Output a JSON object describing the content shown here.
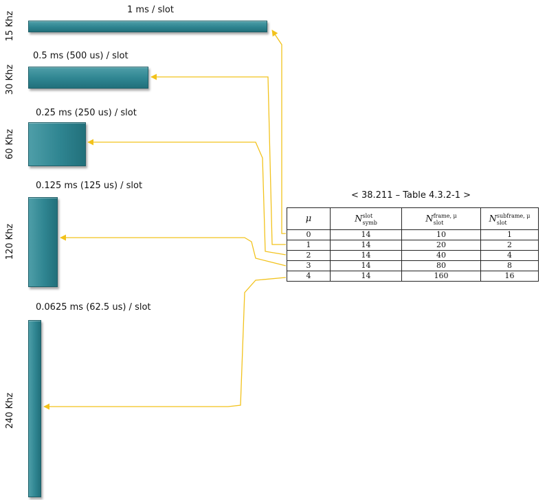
{
  "rows": [
    {
      "freq": "15 Khz",
      "duration": "1 ms / slot"
    },
    {
      "freq": "30 Khz",
      "duration": "0.5 ms (500 us) / slot"
    },
    {
      "freq": "60 Khz",
      "duration": "0.25 ms (250 us) / slot"
    },
    {
      "freq": "120 Khz",
      "duration": "0.125 ms (125 us) / slot"
    },
    {
      "freq": "240 Khz",
      "duration": "0.0625 ms (62.5 us) / slot"
    }
  ],
  "table": {
    "caption": "< 38.211 – Table 4.3.2-1 >",
    "headers": {
      "mu": "μ",
      "symb": {
        "main": "N",
        "sup": "slot",
        "sub": "symb"
      },
      "frame": {
        "main": "N",
        "sup": "frame, μ",
        "sub": "slot"
      },
      "subframe": {
        "main": "N",
        "sup": "subframe, μ",
        "sub": "slot"
      }
    },
    "body": [
      [
        "0",
        "14",
        "10",
        "1"
      ],
      [
        "1",
        "14",
        "20",
        "2"
      ],
      [
        "2",
        "14",
        "40",
        "4"
      ],
      [
        "3",
        "14",
        "80",
        "8"
      ],
      [
        "4",
        "14",
        "160",
        "16"
      ]
    ]
  },
  "colors": {
    "bar": "#2f8591",
    "arrow": "#f2c21b"
  }
}
